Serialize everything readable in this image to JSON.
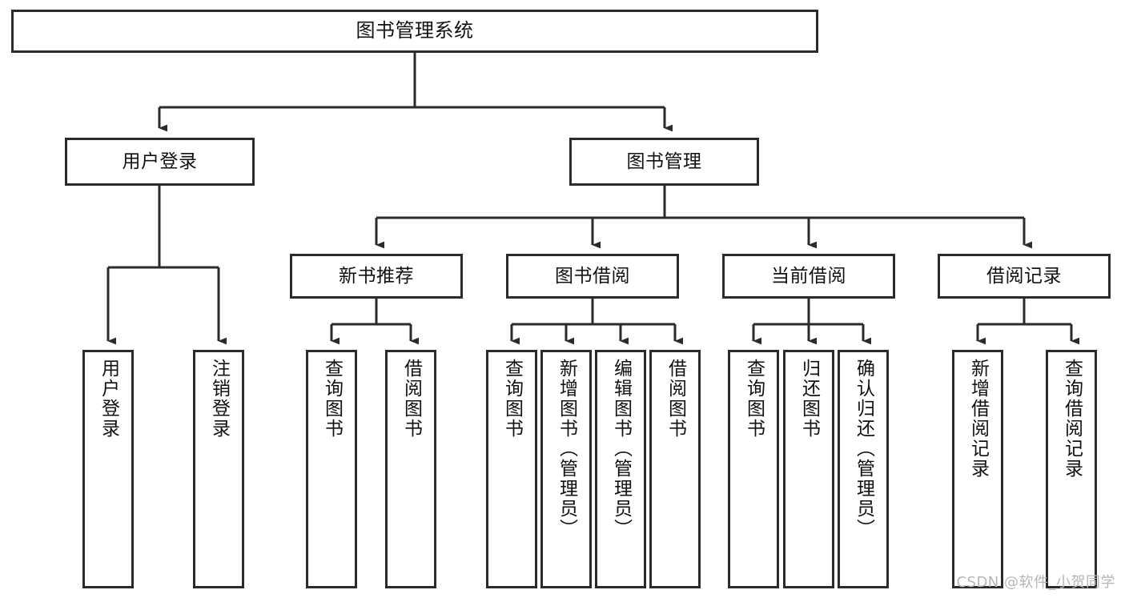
{
  "diagram": {
    "title": "图书管理系统",
    "watermark": "CSDN @软件_小贺同学",
    "colors": {
      "stroke": "#2b2b2b",
      "fill": "#ffffff",
      "text": "#111111",
      "watermark": "#b6b6b6"
    },
    "root": {
      "label": "图书管理系统"
    },
    "level2": [
      {
        "label": "用户登录"
      },
      {
        "label": "图书管理"
      }
    ],
    "level3": [
      {
        "label": "新书推荐"
      },
      {
        "label": "图书借阅"
      },
      {
        "label": "当前借阅"
      },
      {
        "label": "借阅记录"
      }
    ],
    "leaves": {
      "user_login": [
        {
          "label": "用户登录"
        },
        {
          "label": "注销登录"
        }
      ],
      "new_book": [
        {
          "label": "查询图书"
        },
        {
          "label": "借阅图书"
        }
      ],
      "book_borrow": [
        {
          "label": "查询图书"
        },
        {
          "label": "新增图书（管理员）"
        },
        {
          "label": "编辑图书（管理员）"
        },
        {
          "label": "借阅图书"
        }
      ],
      "current_borrow": [
        {
          "label": "查询图书"
        },
        {
          "label": "归还图书"
        },
        {
          "label": "确认归还（管理员）"
        }
      ],
      "borrow_record": [
        {
          "label": "新增借阅记录"
        },
        {
          "label": "查询借阅记录"
        }
      ]
    }
  }
}
